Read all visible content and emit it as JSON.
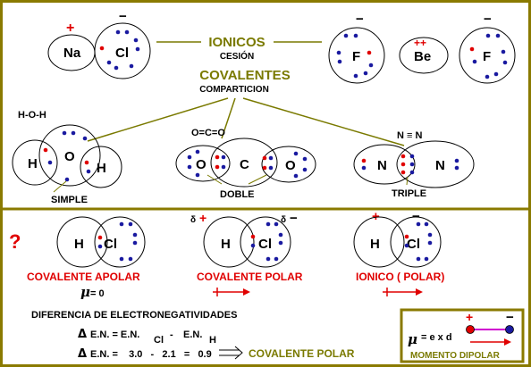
{
  "colors": {
    "frame": "#8a7a00",
    "olive": "#7a7a00",
    "electron": "#1a1aa0",
    "red": "#e00000",
    "magenta": "#d000d0"
  },
  "top": {
    "na_cl": {
      "charge_na": "+",
      "charge_cl": "−",
      "na": "Na",
      "cl": "Cl"
    },
    "ionicos": "IONICOS",
    "cesion": "CESIÓN",
    "covalentes": "COVALENTES",
    "comparticion": "COMPARTICION",
    "fbef": {
      "charge_f_left": "−",
      "charge_be": "++",
      "charge_f_right": "−",
      "f_left": "F",
      "be": "Be",
      "f_right": "F"
    }
  },
  "bonds": {
    "water": {
      "formula": "H-O-H",
      "h_left": "H",
      "o": "O",
      "h_right": "H",
      "label": "SIMPLE"
    },
    "co2": {
      "formula": "O=C=O",
      "o_left": "O",
      "c": "C",
      "o_right": "O",
      "label": "DOBLE"
    },
    "n2": {
      "formula": "N ≡ N",
      "n_left": "N",
      "n_right": "N",
      "label": "TRIPLE"
    }
  },
  "polarity": {
    "question": "?",
    "apolar": {
      "h": "H",
      "cl": "Cl",
      "label": "COVALENTE APOLAR",
      "moment": "= 0"
    },
    "polar": {
      "h": "H",
      "cl": "Cl",
      "delta_plus": "+",
      "delta_minus": "−",
      "label": "COVALENTE POLAR"
    },
    "ionic": {
      "h": "H",
      "cl": "Cl",
      "charge_plus": "+",
      "charge_minus": "−",
      "label": "IONICO ( POLAR)"
    },
    "difference_title": "DIFERENCIA DE ELECTRONEGATIVIDADES",
    "formula_lhs": "E.N. = E.N.",
    "formula_cl": "Cl",
    "formula_minus": "-",
    "formula_en2": "E.N.",
    "formula_h": "H",
    "calc": "E.N. =    3.0   -   2.1   =   0.9",
    "result": "COVALENTE POLAR",
    "dipole": {
      "formula": "= e x d",
      "charge_plus": "+",
      "charge_minus": "−",
      "label": "MOMENTO DIPOLAR"
    }
  }
}
